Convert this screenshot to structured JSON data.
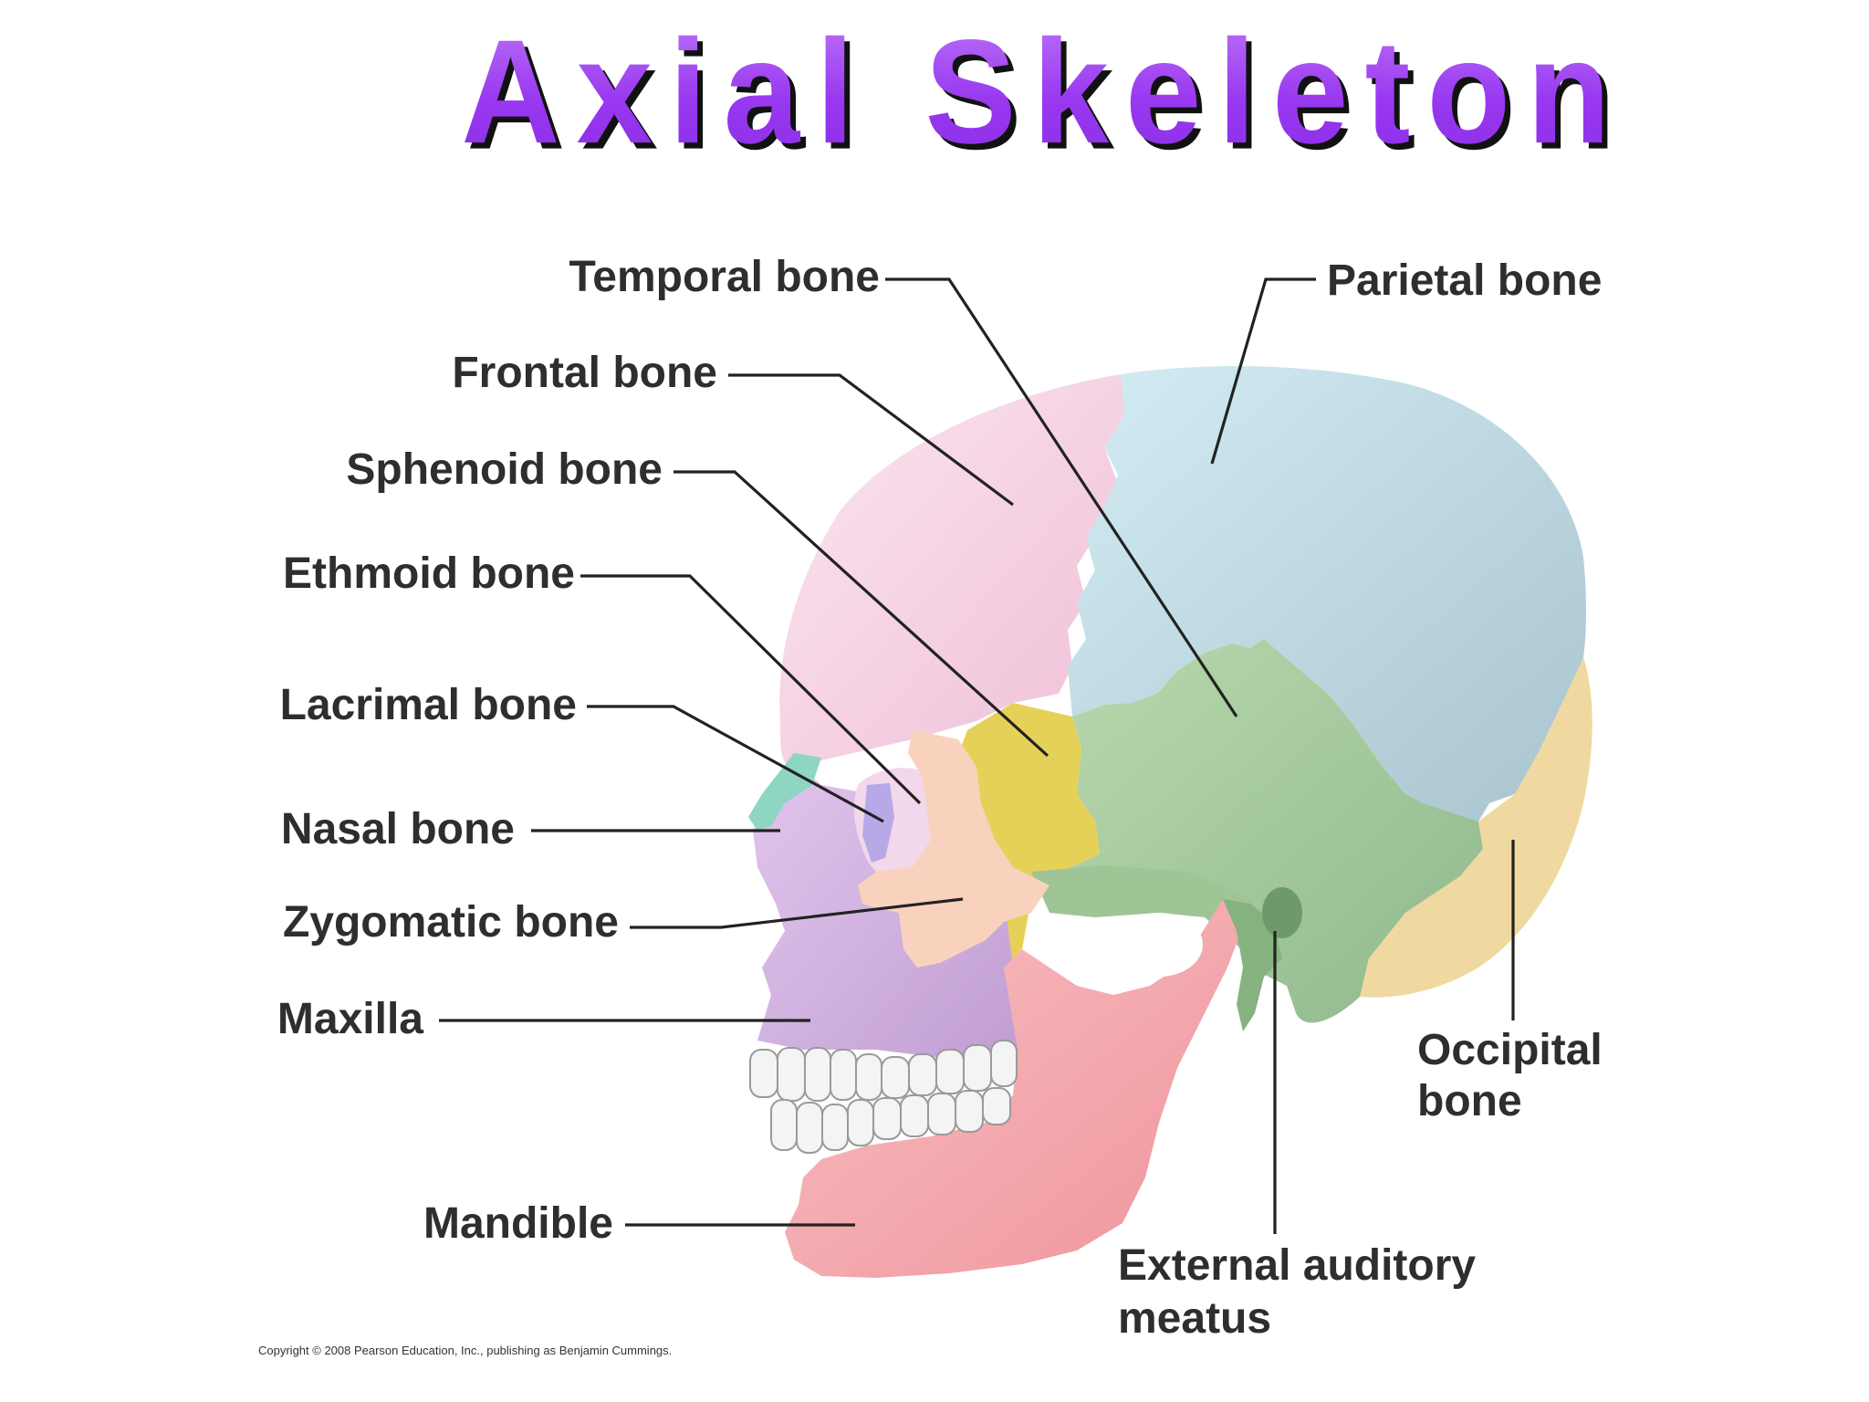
{
  "title": "Axial Skeleton",
  "labels": {
    "temporal": "Temporal bone",
    "parietal": "Parietal bone",
    "frontal": "Frontal bone",
    "sphenoid": "Sphenoid bone",
    "ethmoid": "Ethmoid bone",
    "lacrimal": "Lacrimal bone",
    "nasal": "Nasal bone",
    "zygomatic": "Zygomatic bone",
    "maxilla": "Maxilla",
    "mandible": "Mandible",
    "occipital_line1": "Occipital",
    "occipital_line2": "bone",
    "meatus_line1": "External auditory",
    "meatus_line2": "meatus"
  },
  "copyright": "Copyright © 2008 Pearson Education, Inc., publishing as Benjamin Cummings.",
  "colors": {
    "title": "#9b45f2",
    "frontal": "#f7d3e6",
    "parietal": "#c7dde6",
    "temporal": "#a8cca0",
    "sphenoid": "#e6d158",
    "occipital": "#f0d9a0",
    "zygomatic": "#f9d2bd",
    "maxilla": "#d8b6e4",
    "mandible": "#f6a6ad",
    "nasal": "#8ed6c2",
    "lacrimal": "#b7a9e8"
  }
}
